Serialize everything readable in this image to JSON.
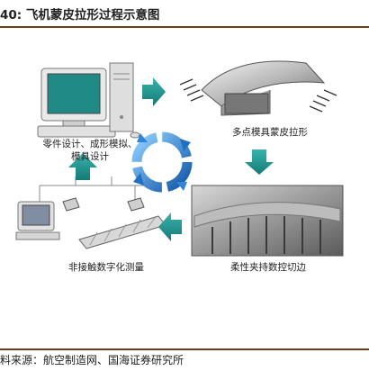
{
  "figure": {
    "title": "40:  飞机蒙皮拉形过程示意图",
    "source": "料来源：航空制造网、国海证券研究所"
  },
  "steps": {
    "design": {
      "line1": "零件设计、成形模拟、",
      "line2": "模具设计"
    },
    "stretch_forming": {
      "label": "多点模具蒙皮拉形"
    },
    "trimming": {
      "label": "柔性夹持数控切边"
    },
    "measurement": {
      "label": "非接触数字化测量"
    }
  },
  "colors": {
    "arrow_teal": "#1f8f8a",
    "cycle_blue": "#1f6fc2",
    "rule": "#6f3a1c"
  }
}
